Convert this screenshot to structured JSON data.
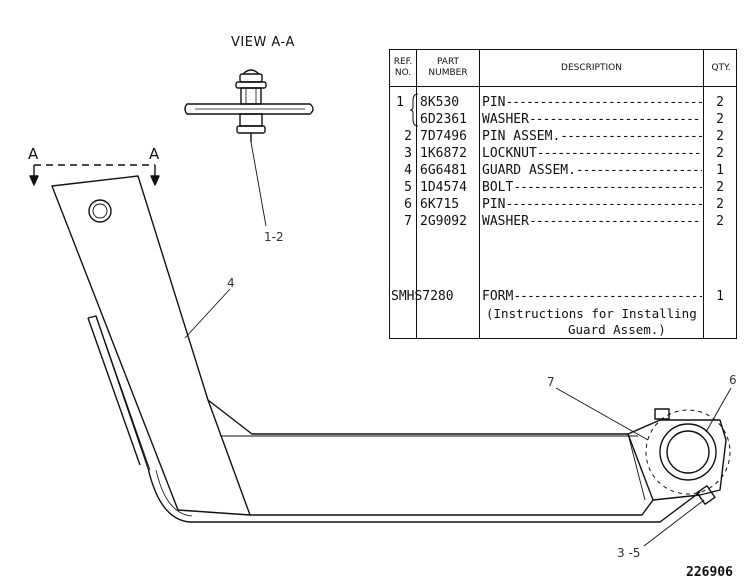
{
  "view_title": "VIEW A-A",
  "section_marks": [
    "A",
    "A"
  ],
  "callouts": {
    "c1_2": "1-2",
    "c4": "4",
    "c6": "6",
    "c7": "7",
    "c3_5": "3 -5"
  },
  "figure_number": "226906",
  "table": {
    "headers": {
      "ref": [
        "REF.",
        "NO."
      ],
      "part": [
        "PART",
        "NUMBER"
      ],
      "description": "DESCRIPTION",
      "qty": "QTY."
    },
    "rows": [
      {
        "ref": "1",
        "part": "8K530",
        "description": "PIN",
        "qty": "2"
      },
      {
        "ref": "",
        "part": "6D2361",
        "description": "WASHER",
        "qty": "2"
      },
      {
        "ref": "2",
        "part": "7D7496",
        "description": "PIN ASSEM.",
        "qty": "2"
      },
      {
        "ref": "3",
        "part": "1K6872",
        "description": "LOCKNUT",
        "qty": "2"
      },
      {
        "ref": "4",
        "part": "6G6481",
        "description": "GUARD ASSEM.",
        "qty": "1"
      },
      {
        "ref": "5",
        "part": "1D4574",
        "description": "BOLT",
        "qty": "2"
      },
      {
        "ref": "6",
        "part": "6K715",
        "description": "PIN",
        "qty": "2"
      },
      {
        "ref": "7",
        "part": "2G9092",
        "description": "WASHER",
        "qty": "2"
      }
    ],
    "form_row": {
      "ref": "SMHS7280",
      "description": "FORM",
      "qty": "1",
      "note_line1": "(Instructions for Installing",
      "note_line2": "Guard Assem.)"
    }
  }
}
